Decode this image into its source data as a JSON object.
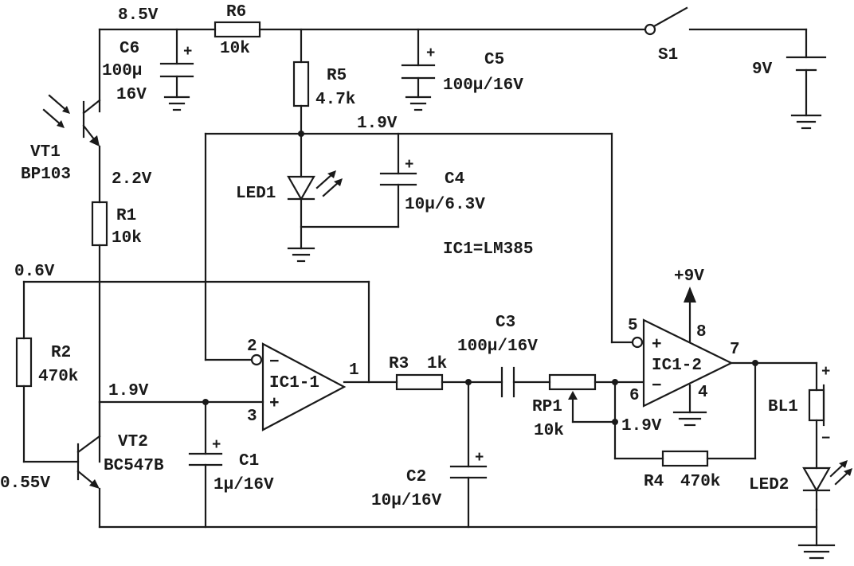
{
  "components": {
    "R6": {
      "ref": "R6",
      "value": "10k"
    },
    "R5": {
      "ref": "R5",
      "value": "4.7k"
    },
    "R1": {
      "ref": "R1",
      "value": "10k"
    },
    "R2": {
      "ref": "R2",
      "value": "470k"
    },
    "R3": {
      "ref": "R3",
      "value": "1k"
    },
    "R4": {
      "ref": "R4",
      "value": "470k"
    },
    "RP1": {
      "ref": "RP1",
      "value": "10k"
    },
    "C6": {
      "ref": "C6",
      "value_line1": "100μ",
      "value_line2": "16V"
    },
    "C5": {
      "ref": "C5",
      "value": "100μ/16V"
    },
    "C4": {
      "ref": "C4",
      "value": "10μ/6.3V"
    },
    "C3": {
      "ref": "C3",
      "value": "100μ/16V"
    },
    "C2": {
      "ref": "C2",
      "value": "10μ/16V"
    },
    "C1": {
      "ref": "C1",
      "value": "1μ/16V"
    },
    "VT1": {
      "ref": "VT1",
      "part": "BP103"
    },
    "VT2": {
      "ref": "VT2",
      "part": "BC547B"
    },
    "LED1": {
      "ref": "LED1"
    },
    "LED2": {
      "ref": "LED2"
    },
    "S1": {
      "ref": "S1"
    },
    "BL1": {
      "ref": "BL1"
    },
    "battery": {
      "value": "9V"
    },
    "IC1_1": {
      "ref": "IC1-1",
      "pin_inv": "2",
      "pin_noninv": "3",
      "pin_out": "1"
    },
    "IC1_2": {
      "ref": "IC1-2",
      "pin_noninv": "5",
      "pin_inv": "6",
      "pin_out": "7",
      "pin_vcc": "8",
      "pin_gnd": "4"
    },
    "ic_note": "IC1=LM385",
    "supply_label": "+9V"
  },
  "voltages": {
    "v_8_5": "8.5V",
    "v_2_2": "2.2V",
    "v_1_9_top": "1.9V",
    "v_0_6": "0.6V",
    "v_1_9_mid": "1.9V",
    "v_0_55": "0.55V",
    "v_1_9_right": "1.9V"
  },
  "polarity": {
    "plus": "+",
    "minus": "−"
  }
}
